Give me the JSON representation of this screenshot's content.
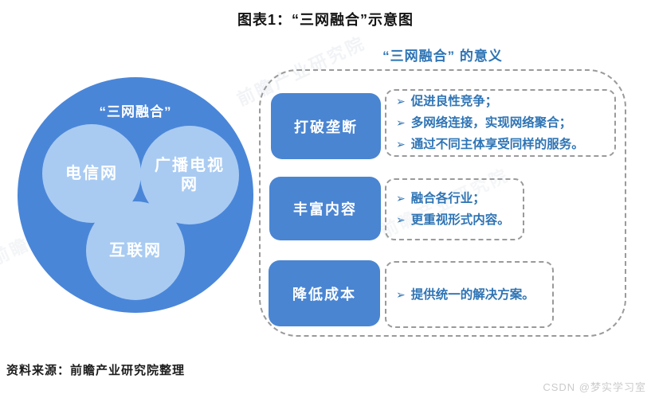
{
  "title": "图表1：“三网融合”示意图",
  "venn": {
    "label": "“三网融合”",
    "circles": {
      "telecom": "电信网",
      "broadcast": "广播电视网",
      "internet": "互联网"
    },
    "colors": {
      "outer": "#4a86d8",
      "inner": "#a9cbf2"
    }
  },
  "panel": {
    "title": "“三网融合” 的意义",
    "bullet_glyph": "➢",
    "rows": [
      {
        "label": "打破垄断",
        "bullets": [
          "促进良性竞争；",
          "多网络连接，实现网络聚合；",
          "通过不同主体享受同样的服务。"
        ]
      },
      {
        "label": "丰富内容",
        "bullets": [
          "融合各行业；",
          "更重视形式内容。"
        ]
      },
      {
        "label": "降低成本",
        "bullets": [
          "提供统一的解决方案。"
        ]
      }
    ],
    "colors": {
      "label_box": "#4a85d2",
      "text": "#2e74b5",
      "dash": "#9a9a9a"
    }
  },
  "footer": {
    "source": "资料来源：前瞻产业研究院整理",
    "watermark": "CSDN @梦实学习室"
  },
  "background_watermark": "前瞻产业研究院"
}
